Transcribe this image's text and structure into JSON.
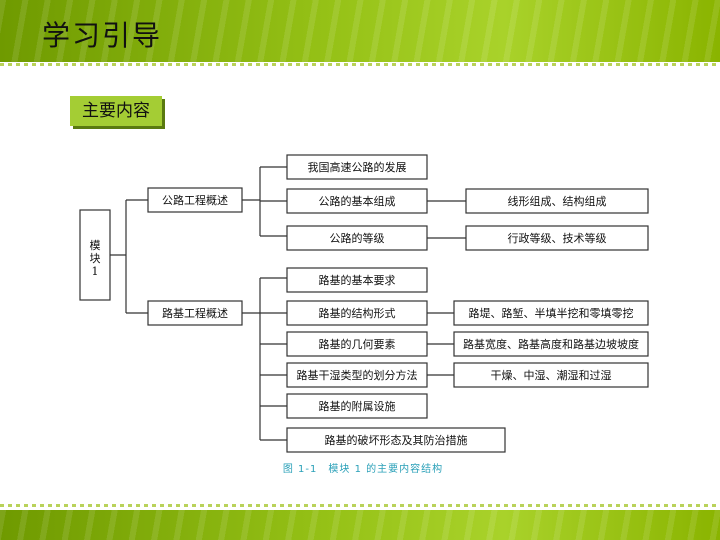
{
  "header": {
    "title": "学习引导"
  },
  "section": {
    "label": "主要内容"
  },
  "diagram": {
    "root": "模块1",
    "branches": [
      "公路工程概述",
      "路基工程概述"
    ],
    "level2": [
      "我国高速公路的发展",
      "公路的基本组成",
      "公路的等级",
      "路基的基本要求",
      "路基的结构形式",
      "路基的几何要素",
      "路基干湿类型的划分方法",
      "路基的附属设施",
      "路基的破坏形态及其防治措施"
    ],
    "level3": [
      "线形组成、结构组成",
      "行政等级、技术等级",
      "路堤、路堑、半填半挖和零填零挖",
      "路基宽度、路基高度和路基边坡坡度",
      "干燥、中湿、潮湿和过湿"
    ],
    "caption": "图 1-1　模块 1 的主要内容结构"
  },
  "colors": {
    "header_green": "#95c116",
    "label_green": "#a4cd34",
    "caption_blue": "#2aa0b8"
  }
}
